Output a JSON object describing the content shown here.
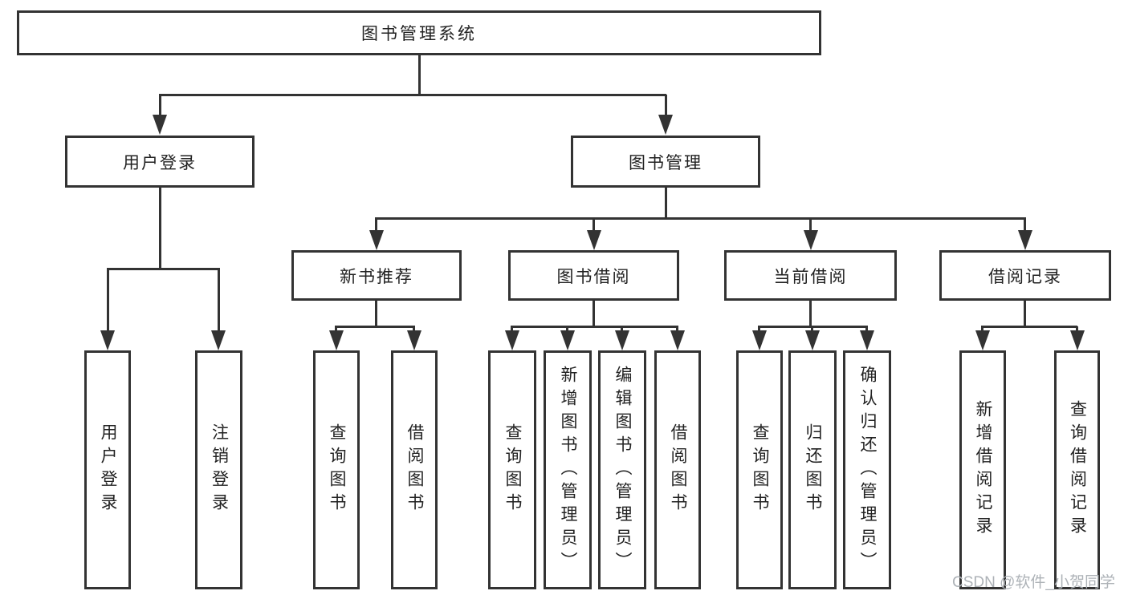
{
  "root": {
    "label": "图书管理系统"
  },
  "branches": [
    {
      "label": "用户登录",
      "leaves": [
        "用户登录",
        "注销登录"
      ]
    },
    {
      "label": "图书管理",
      "sections": [
        {
          "label": "新书推荐",
          "leaves": [
            "查询图书",
            "借阅图书"
          ]
        },
        {
          "label": "图书借阅",
          "leaves": [
            "查询图书",
            "新增图书（管理员）",
            "编辑图书（管理员）",
            "借阅图书"
          ]
        },
        {
          "label": "当前借阅",
          "leaves": [
            "查询图书",
            "归还图书",
            "确认归还（管理员）"
          ]
        },
        {
          "label": "借阅记录",
          "leaves": [
            "新增借阅记录",
            "查询借阅记录"
          ]
        }
      ]
    }
  ],
  "watermark": "CSDN @软件_小贺同学",
  "colors": {
    "line": "#333333",
    "box_border": "#333333",
    "box_fill": "#ffffff",
    "text": "#222222",
    "watermark": "#adb2b7",
    "background": "#ffffff"
  }
}
